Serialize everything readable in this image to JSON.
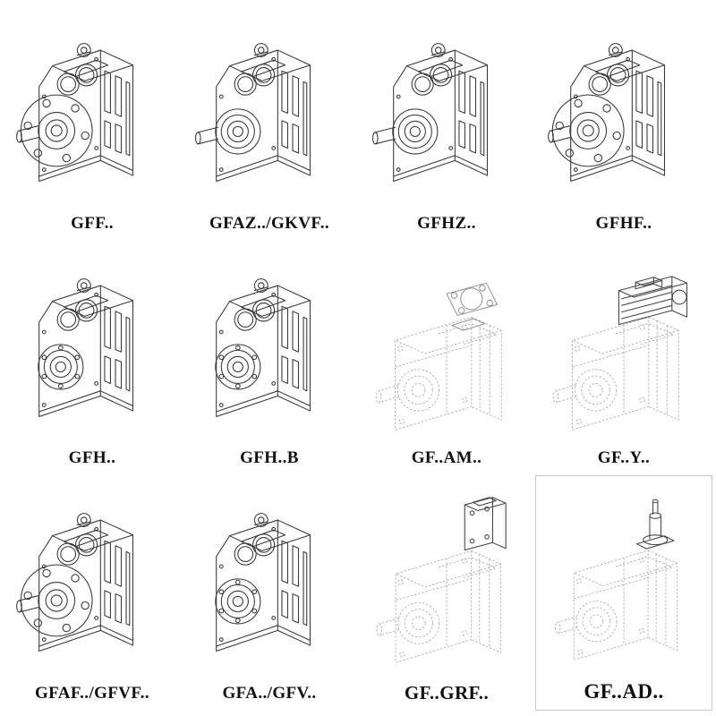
{
  "page": {
    "background": "#ffffff",
    "description": "Catalog sheet of parallel-shaft helical gearbox model variants"
  },
  "styles": {
    "line_color": "#37373c",
    "dashed_line_color": "#a9a9b1",
    "light_line_color": "#8e8e95",
    "label_color": "#101010"
  },
  "cells": [
    {
      "label": "GFF..",
      "drawing": "gearbox-output-flange-drawing",
      "symbol": "#sym-gb-flange"
    },
    {
      "label": "GFAZ../GKVF..",
      "drawing": "gearbox-output-shaft-drawing",
      "symbol": "#sym-gb-shaft"
    },
    {
      "label": "GFHZ..",
      "drawing": "gearbox-output-shaft-drawing",
      "symbol": "#sym-gb-shaft"
    },
    {
      "label": "GFHF..",
      "drawing": "gearbox-output-flange-drawing",
      "symbol": "#sym-gb-flange"
    },
    {
      "label": "GFH..",
      "drawing": "gearbox-hollow-shaft-drawing",
      "symbol": "#sym-gb-bore"
    },
    {
      "label": "GFH..B",
      "drawing": "gearbox-hollow-shaft-drawing",
      "symbol": "#sym-gb-bore"
    },
    {
      "label": "GF..AM..",
      "drawing": "gearbox-motor-adapter-flange-drawing",
      "symbol": "#sym-gb-am"
    },
    {
      "label": "GF..Y..",
      "drawing": "gearbox-with-mounted-motor-drawing",
      "symbol": "#sym-gb-y"
    },
    {
      "label": "GFAF../GFVF..",
      "drawing": "gearbox-output-flange-drawing",
      "symbol": "#sym-gb-flange"
    },
    {
      "label": "GFA../GFV..",
      "drawing": "gearbox-hollow-shaft-drawing",
      "symbol": "#sym-gb-bore"
    },
    {
      "label": "GF..GRF..",
      "drawing": "gearbox-input-adapter-housing-drawing",
      "symbol": "#sym-gb-grf"
    },
    {
      "label": "GF..AD..",
      "drawing": "gearbox-input-shaft-adapter-drawing",
      "symbol": "#sym-gb-ad"
    }
  ]
}
